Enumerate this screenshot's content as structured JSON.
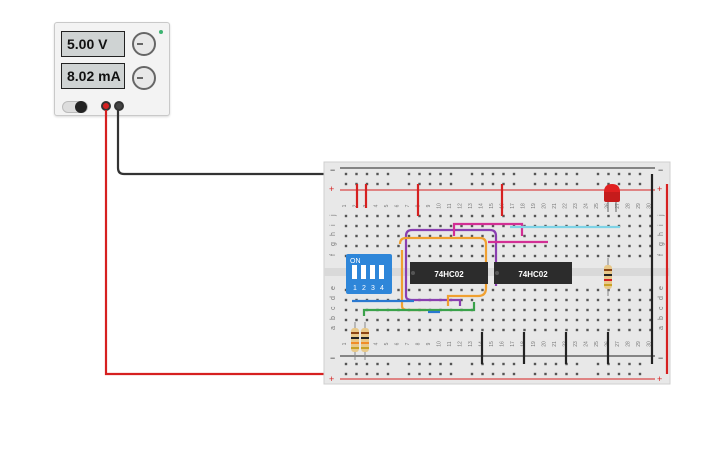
{
  "power_supply": {
    "voltage_display": "5.00 V",
    "current_display": "8.02 mA"
  },
  "breadboard": {
    "column_numbers": [
      "1",
      "2",
      "3",
      "4",
      "5",
      "6",
      "7",
      "8",
      "9",
      "10",
      "11",
      "12",
      "13",
      "14",
      "15",
      "16",
      "17",
      "18",
      "19",
      "20",
      "21",
      "22",
      "23",
      "24",
      "25",
      "26",
      "27",
      "28",
      "29",
      "30"
    ],
    "row_letters_top": [
      "j",
      "i",
      "h",
      "g",
      "f"
    ],
    "row_letters_bottom": [
      "e",
      "d",
      "c",
      "b",
      "a"
    ],
    "rail_plus": "+",
    "rail_minus": "−"
  },
  "chips": [
    {
      "label": "74HC02"
    },
    {
      "label": "74HC02"
    }
  ],
  "dip_switch": {
    "on_label": "ON",
    "numbers": [
      "1",
      "2",
      "3",
      "4"
    ]
  },
  "colors": {
    "rail_red": "#d62020",
    "rail_black": "#222222",
    "board": "#e8e8e8",
    "chip": "#2c2c2c",
    "switch_blue": "#2e86d9",
    "wire_orange": "#f0a030",
    "wire_purple": "#8a3fb0",
    "wire_magenta": "#d22f94",
    "wire_cyan": "#7fd3e6",
    "wire_green": "#3aa24a",
    "wire_blue": "#2a78d0",
    "led_red": "#e02020"
  }
}
